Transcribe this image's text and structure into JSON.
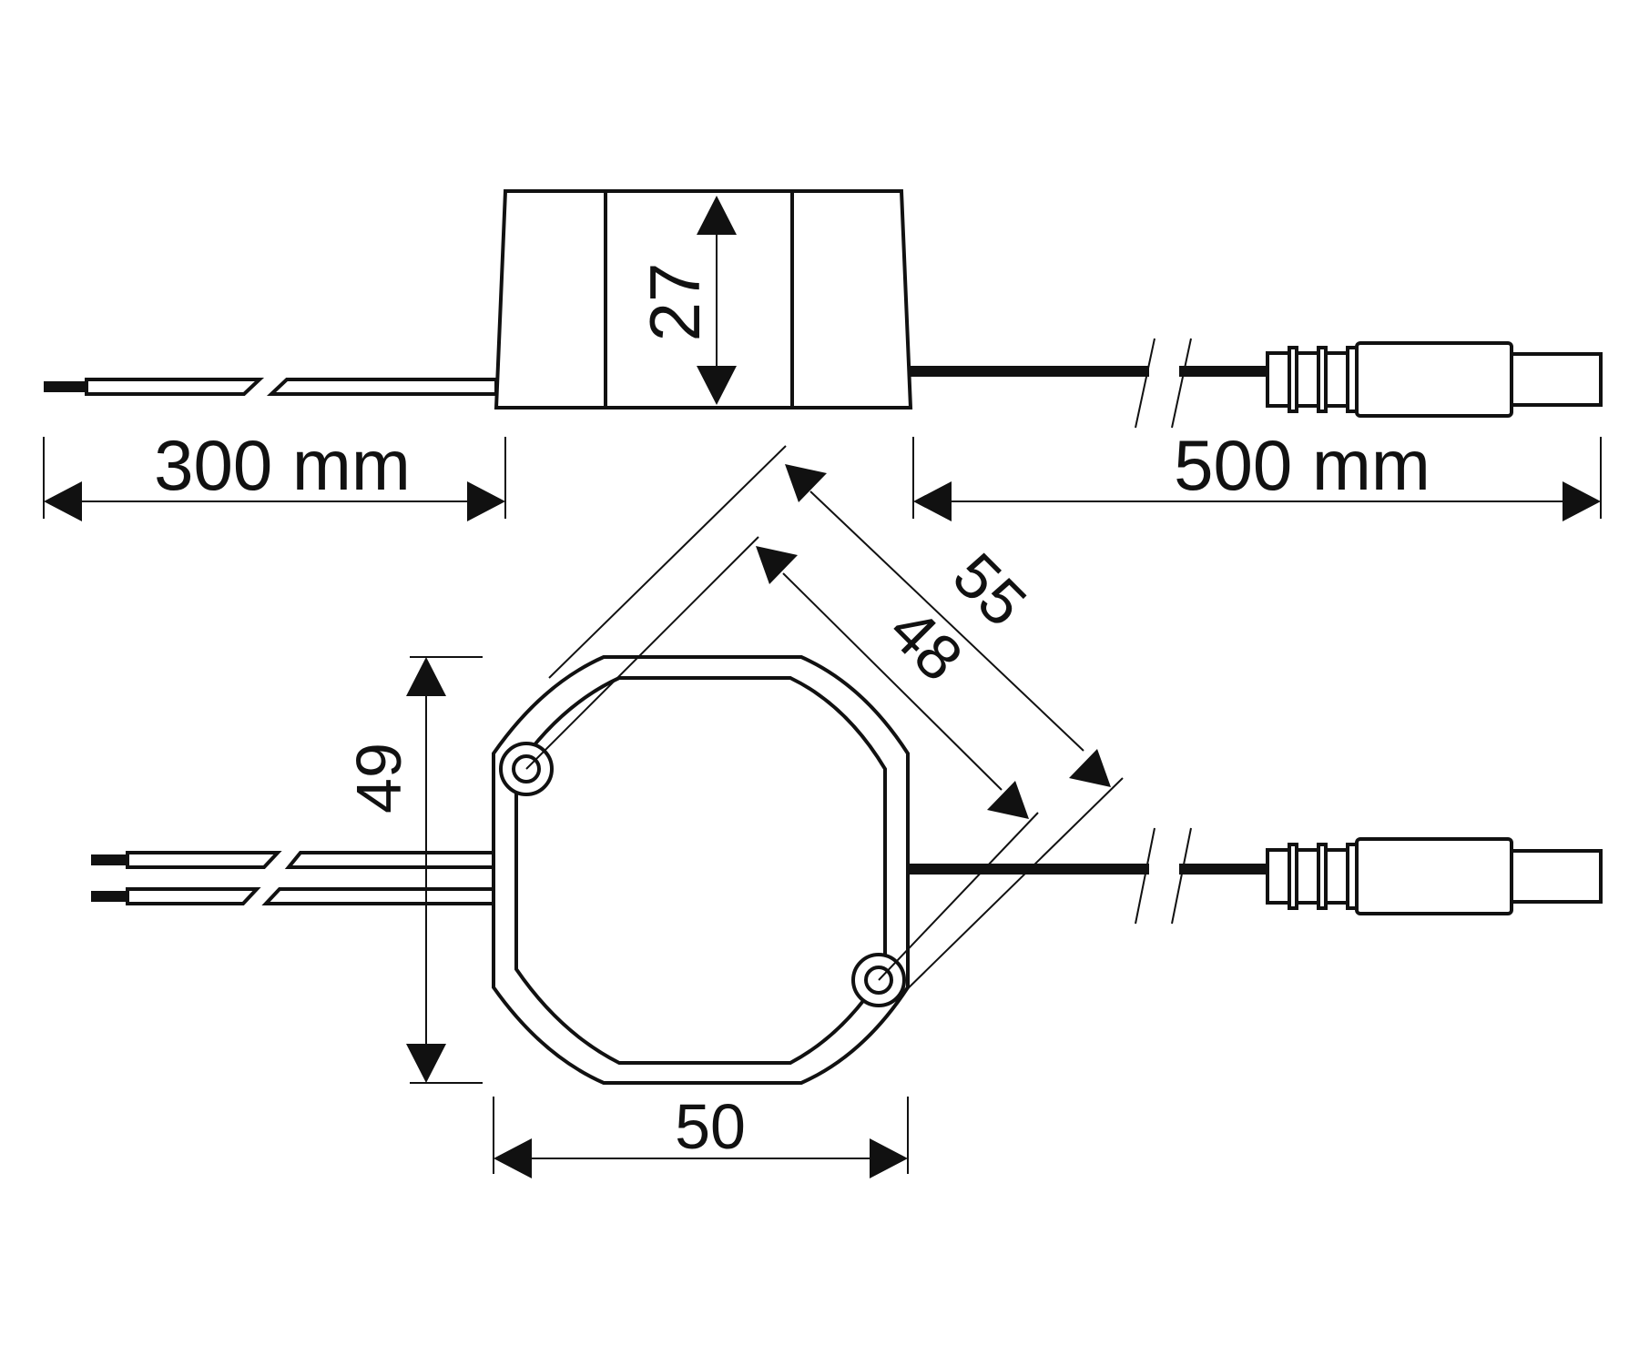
{
  "diagram": {
    "dimensions": {
      "height_side": "27",
      "input_lead_length": "300 mm",
      "output_cable_length": "500 mm",
      "diagonal_outer": "55",
      "diagonal_holes": "48",
      "height_top": "49",
      "width_top": "50"
    }
  }
}
